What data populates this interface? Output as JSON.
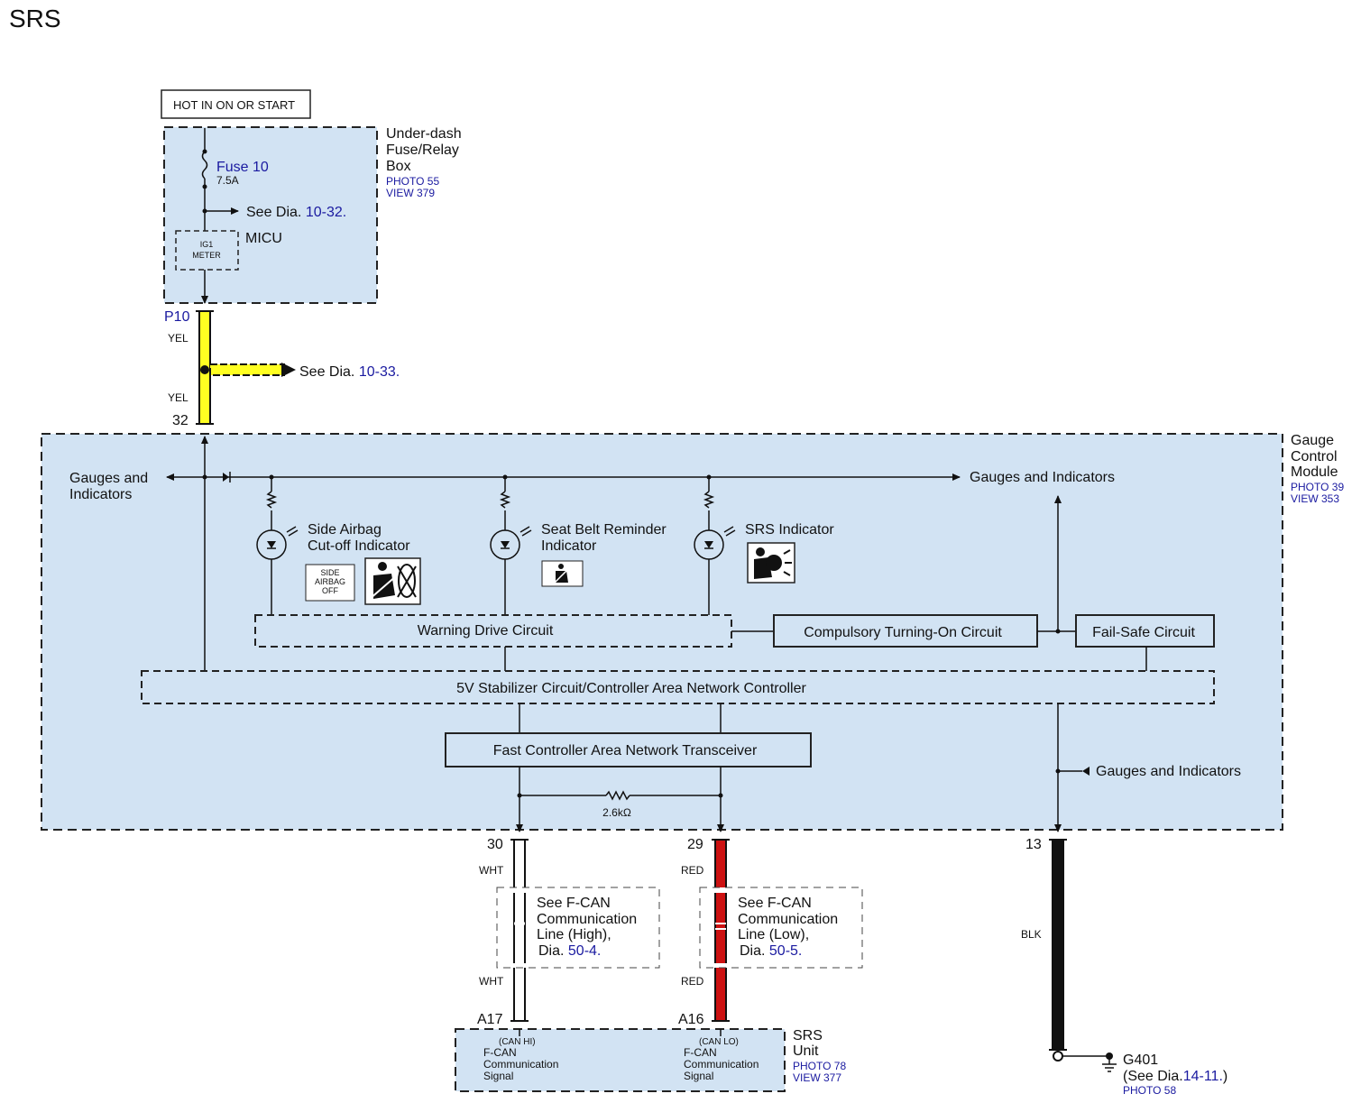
{
  "title": "SRS",
  "power": {
    "hot_label": "HOT IN ON OR START",
    "fuse_box": {
      "line1": "Under-dash",
      "line2": "Fuse/Relay",
      "line3": "Box",
      "photo": "PHOTO 55",
      "view": "VIEW 379"
    },
    "fuse_name": "Fuse 10",
    "fuse_rating": "7.5A",
    "see_dia_prefix": "See Dia.",
    "see_dia_1": "10-32.",
    "micu_label": "MICU",
    "ig1_line1": "IG1",
    "ig1_line2": "METER"
  },
  "harness": {
    "p10": "P10",
    "yel_1": "YEL",
    "see_dia_prefix": "See Dia.",
    "see_dia_2": "10-33.",
    "yel_2": "YEL",
    "pin_32": "32"
  },
  "gauge_module": {
    "line1": "Gauge",
    "line2": "Control",
    "line3": "Module",
    "photo": "PHOTO 39",
    "view": "VIEW 353",
    "gi_left_1": "Gauges and",
    "gi_left_2": "Indicators",
    "gi_right": "Gauges and Indicators",
    "gi_bottom": "Gauges and Indicators",
    "side_airbag_1": "Side Airbag",
    "side_airbag_2": "Cut-off Indicator",
    "sab_icon_1": "SIDE",
    "sab_icon_2": "AIRBAG",
    "sab_icon_3": "OFF",
    "seat_belt_1": "Seat Belt Reminder",
    "seat_belt_2": "Indicator",
    "srs_indicator": "SRS Indicator",
    "warning_drive": "Warning Drive Circuit",
    "compulsory": "Compulsory Turning-On Circuit",
    "fail_safe": "Fail-Safe Circuit",
    "stabilizer": "5V Stabilizer Circuit/Controller Area Network Controller",
    "transceiver": "Fast Controller Area Network Transceiver",
    "resistor": "2.6kΩ"
  },
  "can_wires": {
    "pin_30": "30",
    "pin_29": "29",
    "pin_13": "13",
    "wht_1": "WHT",
    "wht_2": "WHT",
    "red_1": "RED",
    "red_2": "RED",
    "blk": "BLK",
    "high_1": "See F-CAN",
    "high_2": "Communication",
    "high_3": "Line (High),",
    "high_dia": "Dia.",
    "high_ref": "50-4.",
    "low_1": "See F-CAN",
    "low_2": "Communication",
    "low_3": "Line (Low),",
    "low_dia": "Dia.",
    "low_ref": "50-5.",
    "pin_a17": "A17",
    "pin_a16": "A16"
  },
  "srs_unit": {
    "line1": "SRS",
    "line2": "Unit",
    "photo": "PHOTO 78",
    "view": "VIEW 377",
    "hi_tag": "(CAN HI)",
    "hi_1": "F-CAN",
    "hi_2": "Communication",
    "hi_3": "Signal",
    "lo_tag": "(CAN LO)",
    "lo_1": "F-CAN",
    "lo_2": "Communication",
    "lo_3": "Signal"
  },
  "ground": {
    "name": "G401",
    "see_prefix": "(See",
    "dia": "Dia.",
    "ref": "14-11.",
    "close": ")",
    "photo": "PHOTO 58"
  },
  "colors": {
    "yel_wire": "#ffff22",
    "red_wire": "#cc1111",
    "blk_wire": "#111111",
    "region_fill": "#d2e3f3",
    "link_blue": "#1a1aa0"
  }
}
